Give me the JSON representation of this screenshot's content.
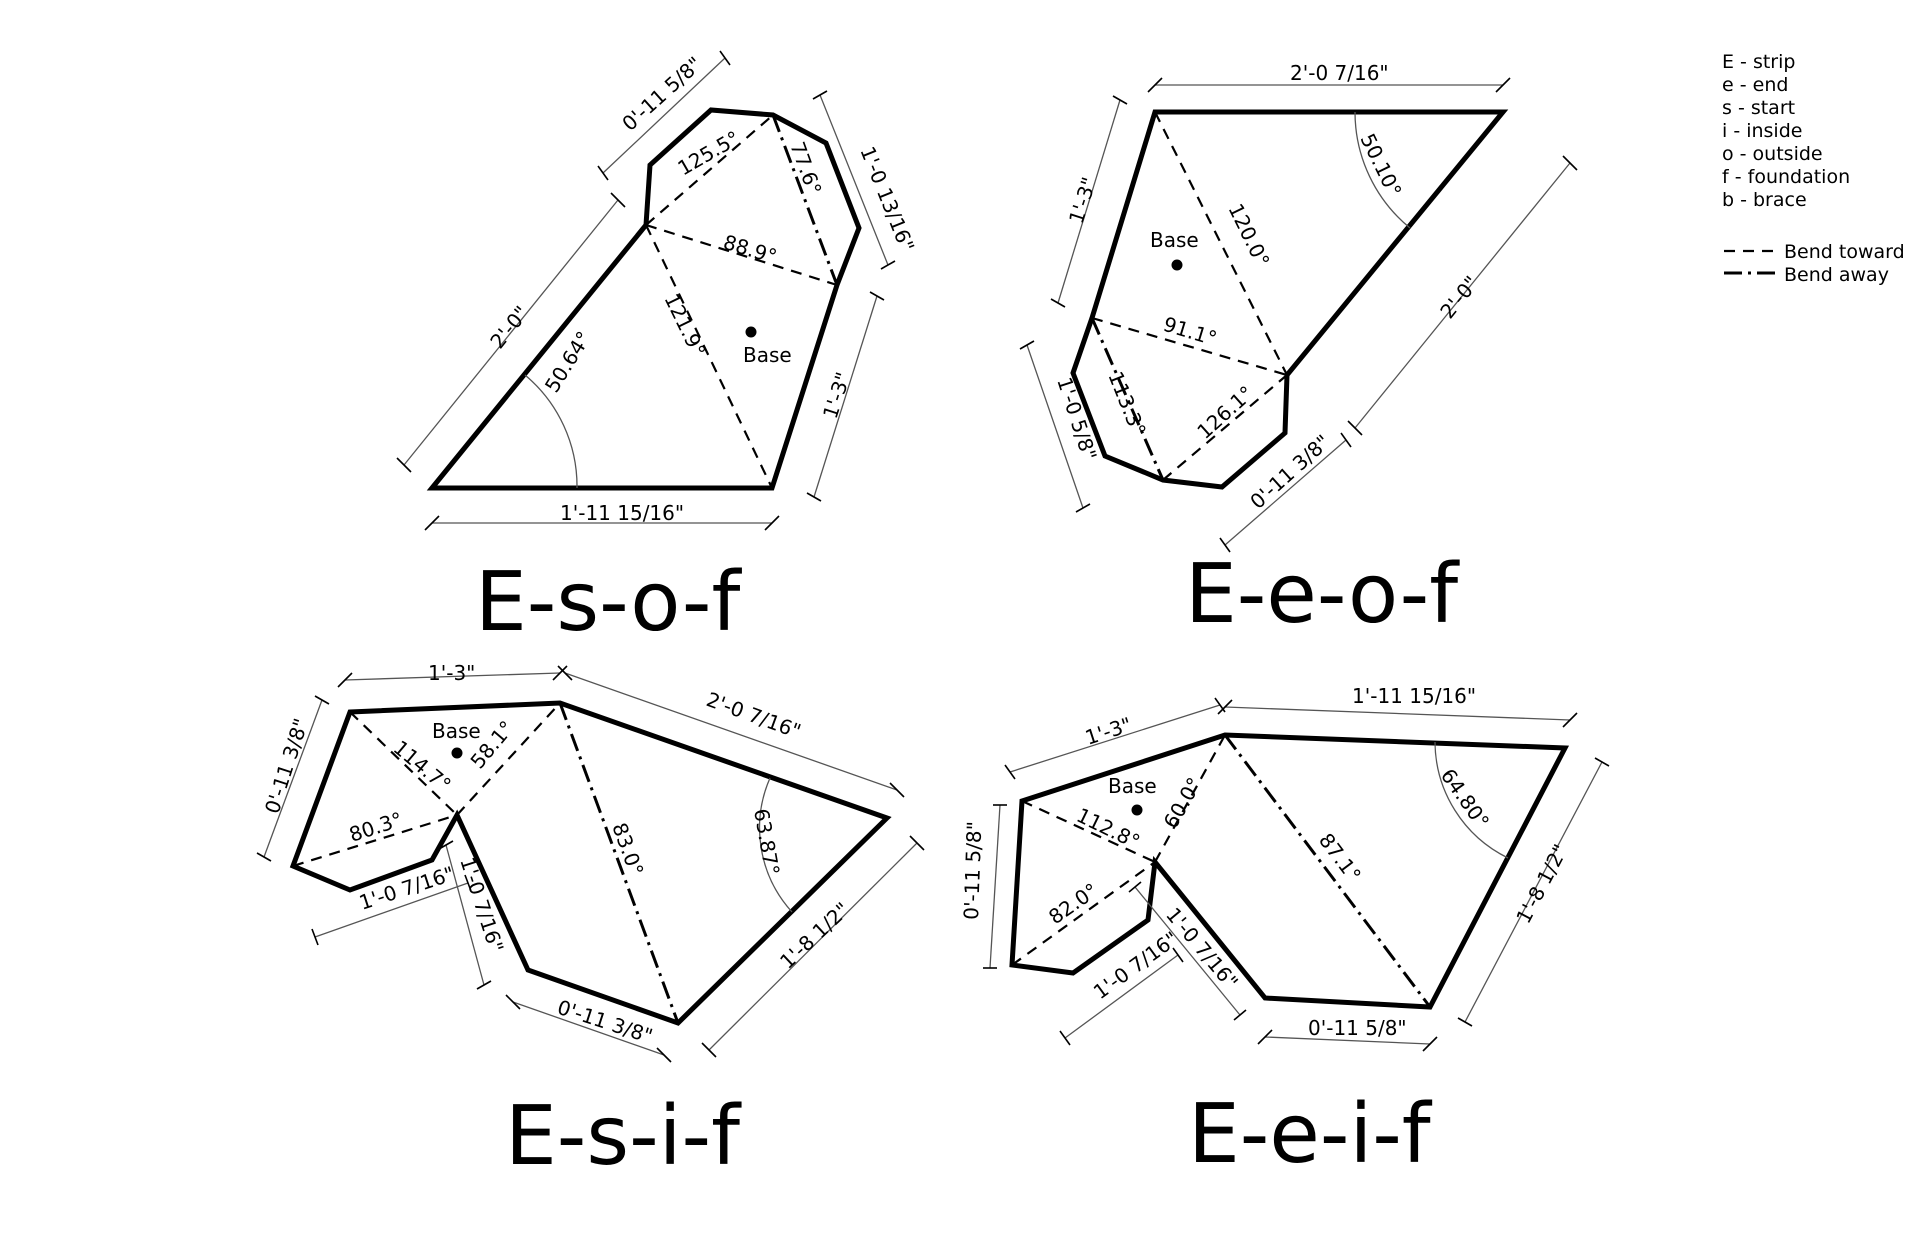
{
  "legend": {
    "items": [
      "E - strip",
      "e - end",
      "s - start",
      "i - inside",
      "o - outside",
      "f - foundation",
      "b - brace"
    ],
    "bend_toward": "Bend toward",
    "bend_away": "Bend away"
  },
  "base_label": "Base",
  "panels": {
    "esof": {
      "title": "E-s-o-f",
      "dims": {
        "top": "0'-11 5/8\"",
        "topright": "1'-0 13/16\"",
        "left": "2'-0\"",
        "right": "1'-3\"",
        "bottom": "1'-11 15/16\""
      },
      "angles": {
        "a1": "125.5°",
        "a2": "77.6°",
        "a3": "88.9°",
        "a4": "121.9°",
        "a5": "50.64°"
      }
    },
    "eeof": {
      "title": "E-e-o-f",
      "dims": {
        "top": "2'-0 7/16\"",
        "left": "1'-3\"",
        "right": "2'-0\"",
        "leftlow": "1'-0 5/8\"",
        "bottom": "0'-11 3/8\""
      },
      "angles": {
        "a1": "50.10°",
        "a2": "120.0°",
        "a3": "91.1°",
        "a4": "113.3°",
        "a5": "126.1°"
      }
    },
    "esif": {
      "title": "E-s-i-f",
      "dims": {
        "top": "1'-3\"",
        "topright": "2'-0 7/16\"",
        "left": "0'-11 3/8\"",
        "inner": "1'-0 7/16\"",
        "inner2": "1'-0 7/16\"",
        "bottom": "0'-11 3/8\"",
        "right": "1'-8 1/2\""
      },
      "angles": {
        "a1": "114.7°",
        "a2": "58.1°",
        "a3": "80.3°",
        "a4": "83.0°",
        "a5": "63.87°"
      }
    },
    "eeif": {
      "title": "E-e-i-f",
      "dims": {
        "top": "1'-3\"",
        "topright": "1'-11 15/16\"",
        "left": "0'-11 5/8\"",
        "inner": "1'-0 7/16\"",
        "inner2": "1'-0 7/16\"",
        "bottom": "0'-11 5/8\"",
        "right": "1'-8 1/2\""
      },
      "angles": {
        "a1": "112.8°",
        "a2": "60.0°",
        "a3": "82.0°",
        "a4": "87.1°",
        "a5": "64.80°"
      }
    }
  }
}
